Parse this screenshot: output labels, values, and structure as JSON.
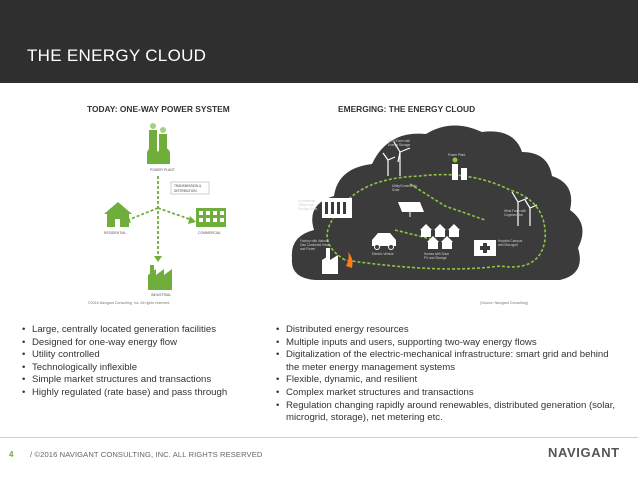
{
  "header": {
    "title": "THE ENERGY CLOUD"
  },
  "diagram_left": {
    "title": "TODAY: ONE-WAY POWER SYSTEM",
    "power_plant": "POWER PLANT",
    "transmission": [
      "TRANSMISSION &",
      "DISTRIBUTION"
    ],
    "residential": "RESIDENTIAL",
    "commercial": "COMMERCIAL",
    "industrial": "INDUSTRIAL",
    "copyright": "©2016 Navigant Consulting, Inc. All rights reserved."
  },
  "diagram_right": {
    "title": "EMERGING: THE ENERGY CLOUD",
    "wind_farm_storage": [
      "Wind Farm with",
      "Energy Storage"
    ],
    "power_plant": "Power Plant",
    "utility_solar": [
      "Utility/Community",
      "Solar"
    ],
    "offices": [
      "Commercial",
      "Offices with",
      "Rooftop Solar"
    ],
    "wind_cogeneration": [
      "Wind Farm with",
      "Cogeneration"
    ],
    "factory": [
      "Factory with Natural",
      "Gas Combined Heat",
      "and Power"
    ],
    "electric_vehicle": "Electric Vehicle",
    "homes": [
      "Homes with Solar",
      "PV and Storage"
    ],
    "hospital": [
      "Hospital Campus",
      "with Microgrid"
    ],
    "source": "(Source: Navigant Consulting)"
  },
  "bullets_left": [
    "Large, centrally located generation facilities",
    "Designed for one-way energy flow",
    "Utility controlled",
    "Technologically inflexible",
    "Simple market structures and transactions",
    "Highly regulated (rate base) and pass through"
  ],
  "bullets_right": [
    "Distributed energy resources",
    "Multiple inputs and users, supporting two-way energy flows",
    "Digitalization of the electric-mechanical infrastructure: smart grid and behind the meter  energy management systems",
    "Flexible, dynamic, and resilient",
    "Complex market structures and transactions",
    "Regulation changing rapidly around renewables, distributed generation (solar, microgrid, storage), net metering etc."
  ],
  "footer": {
    "page_number": "4",
    "copyright": "/ ©2016 NAVIGANT CONSULTING, INC. ALL RIGHTS RESERVED",
    "logo": "NAVIGANT"
  },
  "colors": {
    "header_bg": "#2f2f2f",
    "green": "#6fae3b",
    "cloud": "#3b3b3b"
  }
}
